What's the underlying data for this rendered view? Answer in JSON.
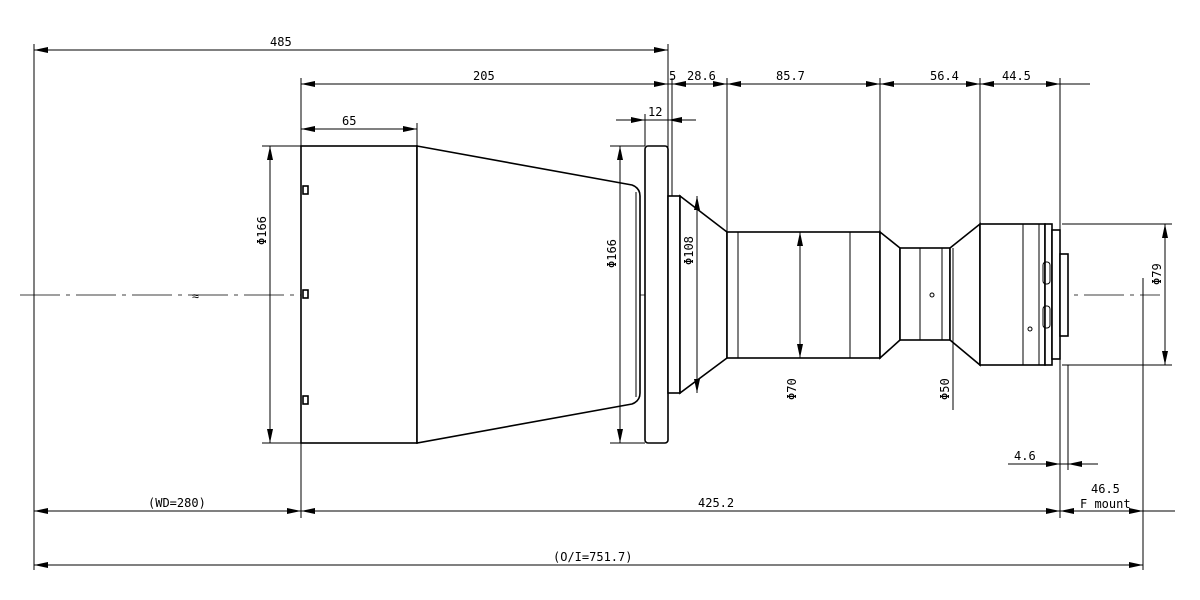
{
  "drawing": {
    "dimensions": {
      "overall_length": "485",
      "front_to_flange": "205",
      "hood_length": "65",
      "flange_thickness": "12",
      "seg_5": "5",
      "seg_28_6": "28.6",
      "seg_85_7": "85.7",
      "seg_56_4": "56.4",
      "seg_44_5": "44.5",
      "hood_diameter": "Φ166",
      "flange_diameter": "Φ166",
      "cone_diameter": "Φ108",
      "barrel_diameter": "Φ70",
      "neck_diameter": "Φ50",
      "rear_diameter": "Φ79",
      "working_distance": "(WD=280)",
      "body_length": "425.2",
      "mount_offset": "4.6",
      "flange_focal": "46.5",
      "mount_type": "F mount",
      "object_image": "(O/I=751.7)"
    }
  }
}
